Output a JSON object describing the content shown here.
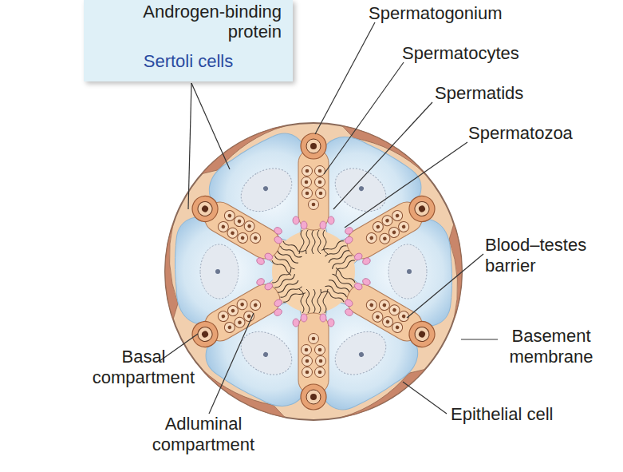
{
  "diagram": {
    "nodes": [
      {
        "text": [
          "Androgen-binding protein",
          "Sertoli cells"
        ]
      }
    ],
    "labels": [
      "Spermatogonium",
      "Spermatocytes",
      "Spermatids",
      "Spermatozoa",
      "Blood–testes barrier",
      "Basement membrane",
      "Epithelial cell",
      "Basal compartment",
      "Adluminal compartment"
    ]
  }
}
